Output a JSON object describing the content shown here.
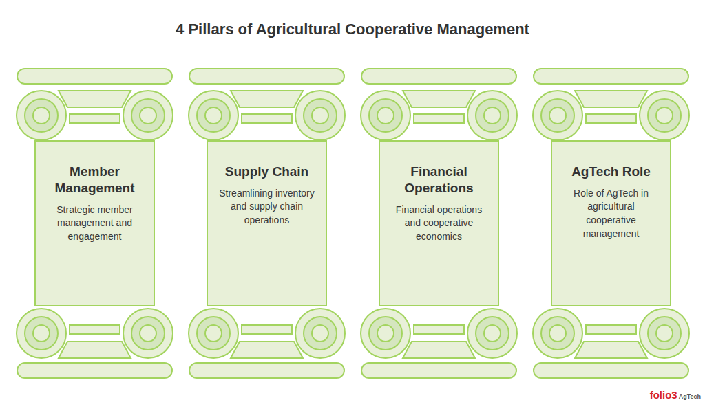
{
  "diagram": {
    "title": "4 Pillars of Agricultural Cooperative Management",
    "nodes": [
      {
        "text": [
          "Member Management",
          "Strategic member management and engagement"
        ]
      },
      {
        "text": [
          "Supply Chain",
          "Streamlining inventory and supply chain operations"
        ]
      },
      {
        "text": [
          "Financial Operations",
          "Financial operations and cooperative economics"
        ]
      },
      {
        "text": [
          "AgTech Role",
          "Role of AgTech in agricultural cooperative management"
        ]
      }
    ],
    "labels": [
      "folio3",
      "AgTech"
    ]
  }
}
